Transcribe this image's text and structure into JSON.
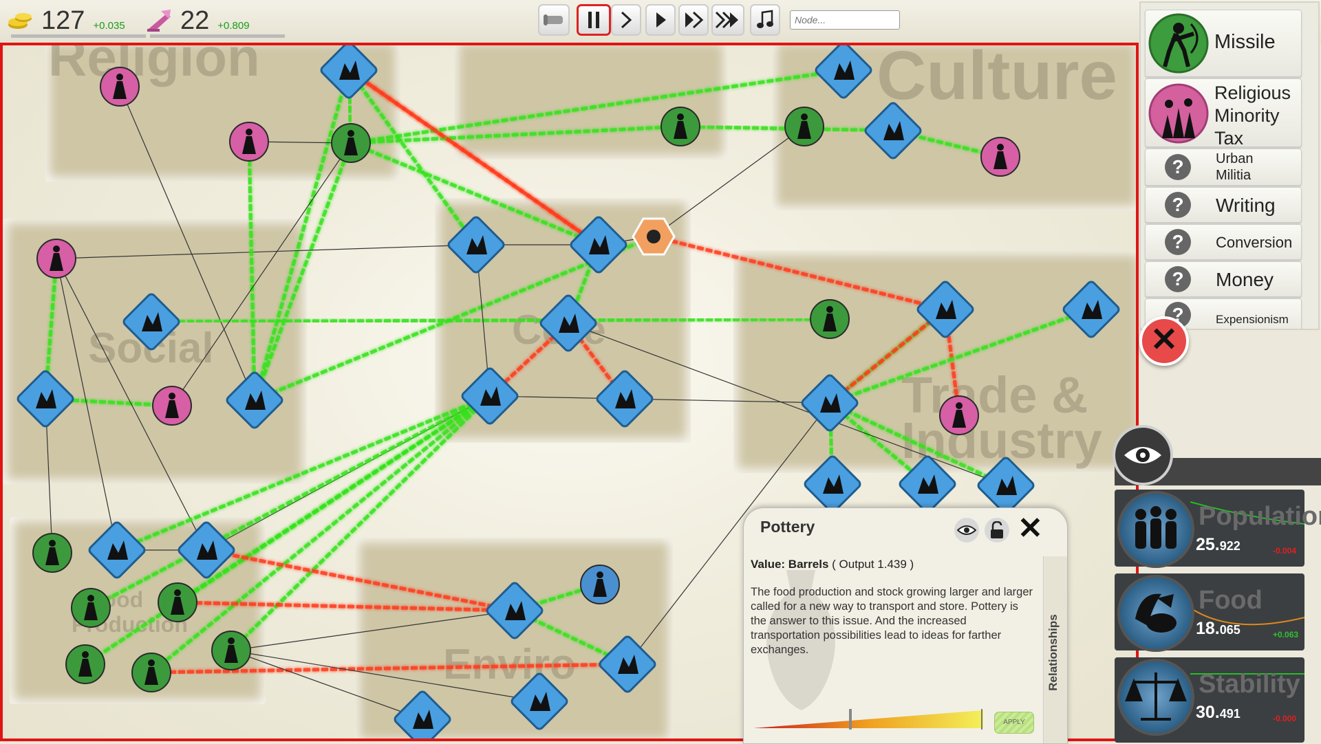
{
  "top_bar": {
    "resource_coins": {
      "icon": "coins-icon",
      "value": "127",
      "delta": "+0.035"
    },
    "resource_research": {
      "icon": "scroll-feather-icon",
      "value": "22",
      "delta": "+0.809"
    },
    "node_search_placeholder": "Node...",
    "controls": [
      "scroll-icon",
      "pause-icon",
      "play-slow-icon",
      "play-icon",
      "fast-forward-icon",
      "fastest-forward-icon",
      "music-note-icon"
    ]
  },
  "map": {
    "regions": {
      "religion": "Religion",
      "culture": "Culture",
      "social": "Social",
      "core": "Core",
      "trade": "Trade &",
      "trade2": "Industry",
      "food": "Food",
      "food2": "Production",
      "enviro": "Enviro"
    }
  },
  "side_list": {
    "items": [
      {
        "label": "Missile",
        "icon": "archer-icon",
        "state": "unlocked"
      },
      {
        "label": "Religious\nMinority\nTax",
        "icon": "religious-minority-icon",
        "state": "unlocked"
      },
      {
        "label": "Urban\nMilitia",
        "icon": "question-icon",
        "state": "unknown"
      },
      {
        "label": "Writing",
        "icon": "question-icon",
        "state": "unknown"
      },
      {
        "label": "Conversion",
        "icon": "question-icon",
        "state": "unknown"
      },
      {
        "label": "Money",
        "icon": "question-icon",
        "state": "unknown"
      },
      {
        "label": "Expensionism",
        "icon": "question-icon",
        "state": "unknown"
      }
    ]
  },
  "stats": [
    {
      "name": "Population",
      "int": "25.",
      "frac": "922",
      "delta": "-0.004",
      "delta_color": "#e02020",
      "icon": "population-icon"
    },
    {
      "name": "Food",
      "int": "18.",
      "frac": "065",
      "delta": "+0.063",
      "delta_color": "#30c030",
      "icon": "food-icon"
    },
    {
      "name": "Stability",
      "int": "30.",
      "frac": "491",
      "delta": "-0.000",
      "delta_color": "#e02020",
      "icon": "scales-icon"
    }
  ],
  "info_panel": {
    "title": "Pottery",
    "value_label": "Value: Barrels",
    "output": "( Output 1.439 )",
    "description": "The food production and stock growing larger and larger called for a new way to transport and store. Pottery is the answer to this issue. And the increased transportation possibilities lead to ideas for farther exchanges.",
    "side_tab": "Relationships",
    "apply_label": "APPLY",
    "slider_value": 0.42
  }
}
